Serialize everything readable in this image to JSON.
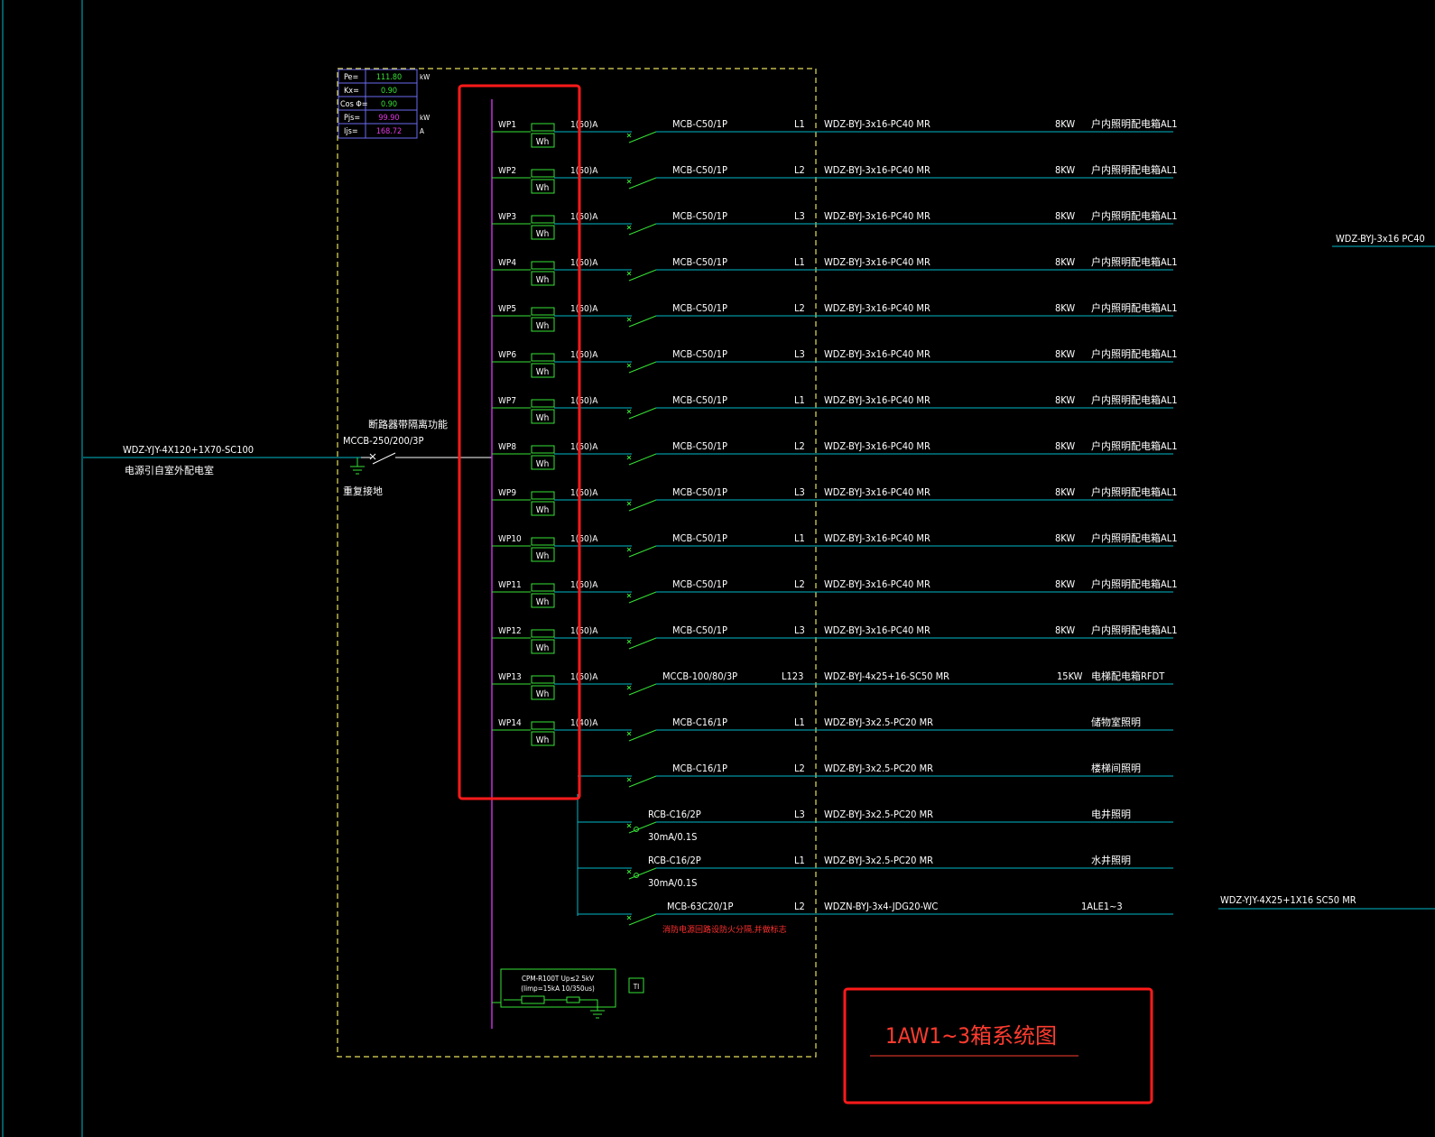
{
  "params": {
    "rows": [
      {
        "label": "Pe=",
        "value": "111.80",
        "unit": "kW",
        "color": "#36e236"
      },
      {
        "label": "Kx=",
        "value": "0.90",
        "unit": "",
        "color": "#36e236"
      },
      {
        "label": "Cos Φ=",
        "value": "0.90",
        "unit": "",
        "color": "#36e236"
      },
      {
        "label": "Pjs=",
        "value": "99.90",
        "unit": "kW",
        "color": "#e236e2"
      },
      {
        "label": "Ijs=",
        "value": "168.72",
        "unit": "A",
        "color": "#e236e2"
      }
    ]
  },
  "incoming": {
    "cable": "WDZ-YJY-4X120+1X70-SC100",
    "source": "电源引自室外配电室",
    "breaker_note": "断路器带隔离功能",
    "breaker": "MCCB-250/200/3P",
    "ground_note": "重复接地"
  },
  "circuits": [
    {
      "id": "WP1",
      "meter": "Wh",
      "rating": "1(60)A",
      "breaker": "MCB-C50/1P",
      "phase": "L1",
      "cable": "WDZ-BYJ-3x16-PC40 MR",
      "power": "8KW",
      "load": "户内照明配电箱AL1"
    },
    {
      "id": "WP2",
      "meter": "Wh",
      "rating": "1(60)A",
      "breaker": "MCB-C50/1P",
      "phase": "L2",
      "cable": "WDZ-BYJ-3x16-PC40 MR",
      "power": "8KW",
      "load": "户内照明配电箱AL1"
    },
    {
      "id": "WP3",
      "meter": "Wh",
      "rating": "1(60)A",
      "breaker": "MCB-C50/1P",
      "phase": "L3",
      "cable": "WDZ-BYJ-3x16-PC40 MR",
      "power": "8KW",
      "load": "户内照明配电箱AL1"
    },
    {
      "id": "WP4",
      "meter": "Wh",
      "rating": "1(60)A",
      "breaker": "MCB-C50/1P",
      "phase": "L1",
      "cable": "WDZ-BYJ-3x16-PC40 MR",
      "power": "8KW",
      "load": "户内照明配电箱AL1"
    },
    {
      "id": "WP5",
      "meter": "Wh",
      "rating": "1(60)A",
      "breaker": "MCB-C50/1P",
      "phase": "L2",
      "cable": "WDZ-BYJ-3x16-PC40 MR",
      "power": "8KW",
      "load": "户内照明配电箱AL1"
    },
    {
      "id": "WP6",
      "meter": "Wh",
      "rating": "1(60)A",
      "breaker": "MCB-C50/1P",
      "phase": "L3",
      "cable": "WDZ-BYJ-3x16-PC40 MR",
      "power": "8KW",
      "load": "户内照明配电箱AL1"
    },
    {
      "id": "WP7",
      "meter": "Wh",
      "rating": "1(60)A",
      "breaker": "MCB-C50/1P",
      "phase": "L1",
      "cable": "WDZ-BYJ-3x16-PC40 MR",
      "power": "8KW",
      "load": "户内照明配电箱AL1"
    },
    {
      "id": "WP8",
      "meter": "Wh",
      "rating": "1(60)A",
      "breaker": "MCB-C50/1P",
      "phase": "L2",
      "cable": "WDZ-BYJ-3x16-PC40 MR",
      "power": "8KW",
      "load": "户内照明配电箱AL1"
    },
    {
      "id": "WP9",
      "meter": "Wh",
      "rating": "1(60)A",
      "breaker": "MCB-C50/1P",
      "phase": "L3",
      "cable": "WDZ-BYJ-3x16-PC40 MR",
      "power": "8KW",
      "load": "户内照明配电箱AL1"
    },
    {
      "id": "WP10",
      "meter": "Wh",
      "rating": "1(60)A",
      "breaker": "MCB-C50/1P",
      "phase": "L1",
      "cable": "WDZ-BYJ-3x16-PC40 MR",
      "power": "8KW",
      "load": "户内照明配电箱AL1"
    },
    {
      "id": "WP11",
      "meter": "Wh",
      "rating": "1(60)A",
      "breaker": "MCB-C50/1P",
      "phase": "L2",
      "cable": "WDZ-BYJ-3x16-PC40 MR",
      "power": "8KW",
      "load": "户内照明配电箱AL1"
    },
    {
      "id": "WP12",
      "meter": "Wh",
      "rating": "1(60)A",
      "breaker": "MCB-C50/1P",
      "phase": "L3",
      "cable": "WDZ-BYJ-3x16-PC40 MR",
      "power": "8KW",
      "load": "户内照明配电箱AL1"
    },
    {
      "id": "WP13",
      "meter": "Wh",
      "rating": "1(60)A",
      "breaker": "MCCB-100/80/3P",
      "phase": "L123",
      "cable": "WDZ-BYJ-4x25+16-SC50 MR",
      "power": "15KW",
      "load": "电梯配电箱RFDT"
    },
    {
      "id": "WP14",
      "meter": "Wh",
      "rating": "1(40)A",
      "breaker": "MCB-C16/1P",
      "phase": "L1",
      "cable": "WDZ-BYJ-3x2.5-PC20 MR",
      "power": "",
      "load": "储物室照明"
    },
    {
      "id": "",
      "meter": "",
      "rating": "",
      "breaker": "MCB-C16/1P",
      "phase": "L2",
      "cable": "WDZ-BYJ-3x2.5-PC20 MR",
      "power": "",
      "load": "楼梯间照明"
    },
    {
      "id": "",
      "meter": "",
      "rating": "",
      "breaker": "RCB-C16/2P",
      "sub": "30mA/0.1S",
      "phase": "L3",
      "cable": "WDZ-BYJ-3x2.5-PC20 MR",
      "power": "",
      "load": "电井照明"
    },
    {
      "id": "",
      "meter": "",
      "rating": "",
      "breaker": "RCB-C16/2P",
      "sub": "30mA/0.1S",
      "phase": "L1",
      "cable": "WDZ-BYJ-3x2.5-PC20 MR",
      "power": "",
      "load": "水井照明"
    },
    {
      "id": "",
      "meter": "",
      "rating": "",
      "breaker": "MCB-63C20/1P",
      "sub": "消防电源回路设防火分隔,并做标志",
      "phase": "L2",
      "cable": "WDZN-BYJ-3x4-JDG20-WC",
      "power": "",
      "load": "1ALE1~3"
    }
  ],
  "spd": {
    "line1": "CPM-R100T Up≤2.5kV",
    "line2": "(Iimp=15kA 10/350us)",
    "tag": "TI"
  },
  "right_labels": {
    "upper": "WDZ-BYJ-3x16 PC40",
    "lower": "WDZ-YJY-4X25+1X16 SC50 MR"
  },
  "title": "1AW1~3箱系统图",
  "colors": {
    "background": "#000000",
    "line": "#00b7c7",
    "text": "#ffffff",
    "device": "#36e236",
    "busbar": "#c030d8",
    "frame": "#e6e05a",
    "highlight": "#ff1a1a",
    "title": "#ff3b2f"
  }
}
